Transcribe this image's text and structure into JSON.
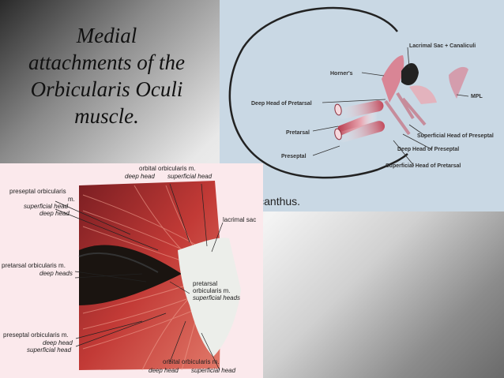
{
  "title": {
    "lines": [
      "Medial",
      "attachments of the",
      "Orbicularis Oculi",
      "muscle."
    ]
  },
  "top_diagram": {
    "labels": {
      "lacrimal": "Lacrimal Sac + Canaliculi",
      "horners": "Horner's",
      "mpl": "MPL",
      "deep_pretarsal": "Deep Head of Pretarsal",
      "pretarsal": "Pretarsal",
      "superficial_preseptal": "Superficial Head of Preseptal",
      "deep_preseptal": "Deep Head of Preseptal",
      "preseptal": "Preseptal",
      "superficial_pretarsal": "Superficial Head of Pretarsal"
    },
    "caption": "Medial canthus."
  },
  "bottom_diagram": {
    "labels": {
      "orbital_top": "orbital orbicularis m.",
      "orbital_top_deep": "deep head",
      "orbital_top_superficial": "superficial head",
      "preseptal_top_1": "preseptal orbicularis",
      "preseptal_top_2": "m.",
      "preseptal_top_superficial": "superficial head",
      "preseptal_top_deep": "deep head",
      "lacrimal_sac": "lacrimal sac",
      "pretarsal_left_1": "pretarsal orbicularis m.",
      "pretarsal_left_deep": "deep heads",
      "pretarsal_right_1": "pretarsal",
      "pretarsal_right_2": "orbicularis m.",
      "pretarsal_right_superficial": "superficial heads",
      "preseptal_bottom_1": "preseptal orbicularis m.",
      "preseptal_bottom_deep": "deep head",
      "preseptal_bottom_superficial": "superficial head",
      "orbital_bottom": "orbital orbicularis m.",
      "orbital_bottom_deep": "deep head",
      "orbital_bottom_superficial": "superficial head"
    }
  }
}
